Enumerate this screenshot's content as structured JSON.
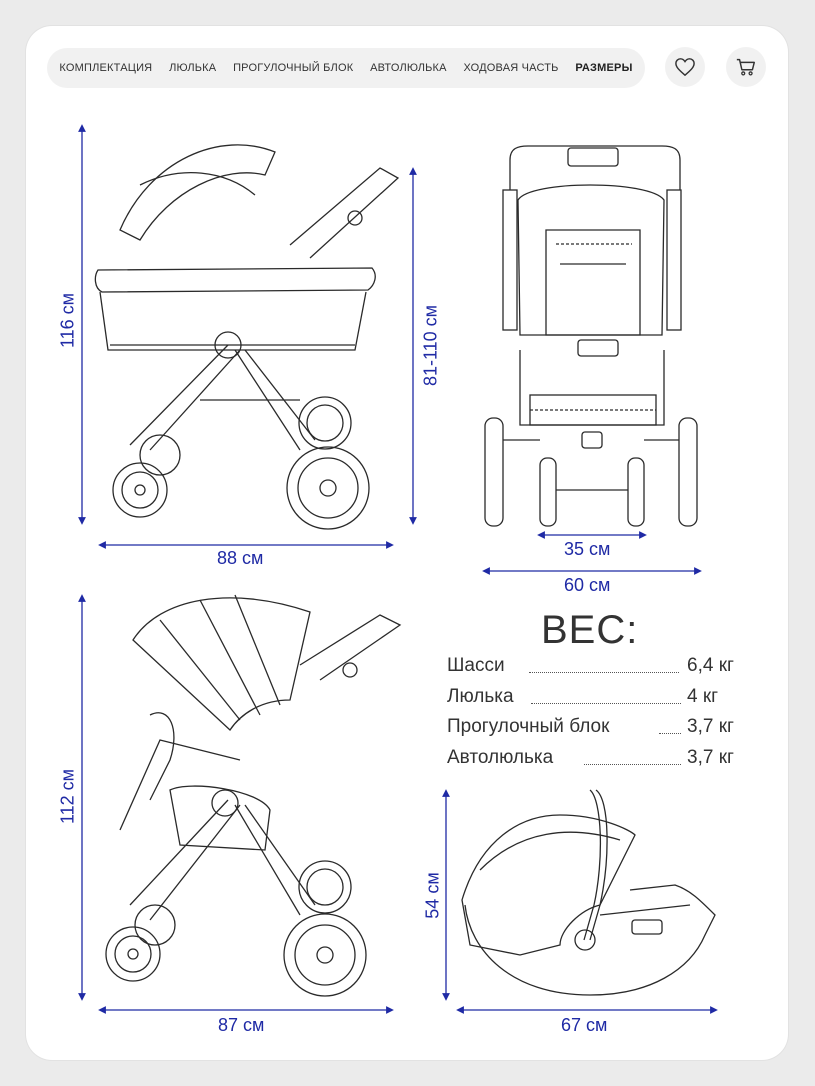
{
  "nav": {
    "tabs": [
      {
        "label": "КОМПЛЕКТАЦИЯ",
        "active": false
      },
      {
        "label": "ЛЮЛЬКА",
        "active": false
      },
      {
        "label": "ПРОГУЛОЧНЫЙ БЛОК",
        "active": false
      },
      {
        "label": "АВТОЛЮЛЬКА",
        "active": false
      },
      {
        "label": "ХОДОВАЯ ЧАСТЬ",
        "active": false
      },
      {
        "label": "РАЗМЕРЫ",
        "active": true
      }
    ],
    "favorite_icon": "heart-icon",
    "cart_icon": "cart-icon"
  },
  "dimensions": {
    "bassinet_height": "116 см",
    "handle_height": "81-110 см",
    "bassinet_length": "88 см",
    "front_inner_width": "35 см",
    "front_outer_width": "60 см",
    "seat_height": "112 см",
    "seat_length": "87 см",
    "carseat_height": "54 см",
    "carseat_length": "67 см"
  },
  "weight": {
    "title": "ВЕС:",
    "rows": [
      {
        "label": "Шасси",
        "value": "6,4 кг"
      },
      {
        "label": "Люлька",
        "value": "4 кг"
      },
      {
        "label": "Прогулочный блок",
        "value": "3,7 кг"
      },
      {
        "label": "Автолюлька",
        "value": "3,7 кг"
      }
    ]
  },
  "colors": {
    "accent": "#1f2aa5",
    "text": "#333333",
    "line_art": "#2a2a2a"
  }
}
